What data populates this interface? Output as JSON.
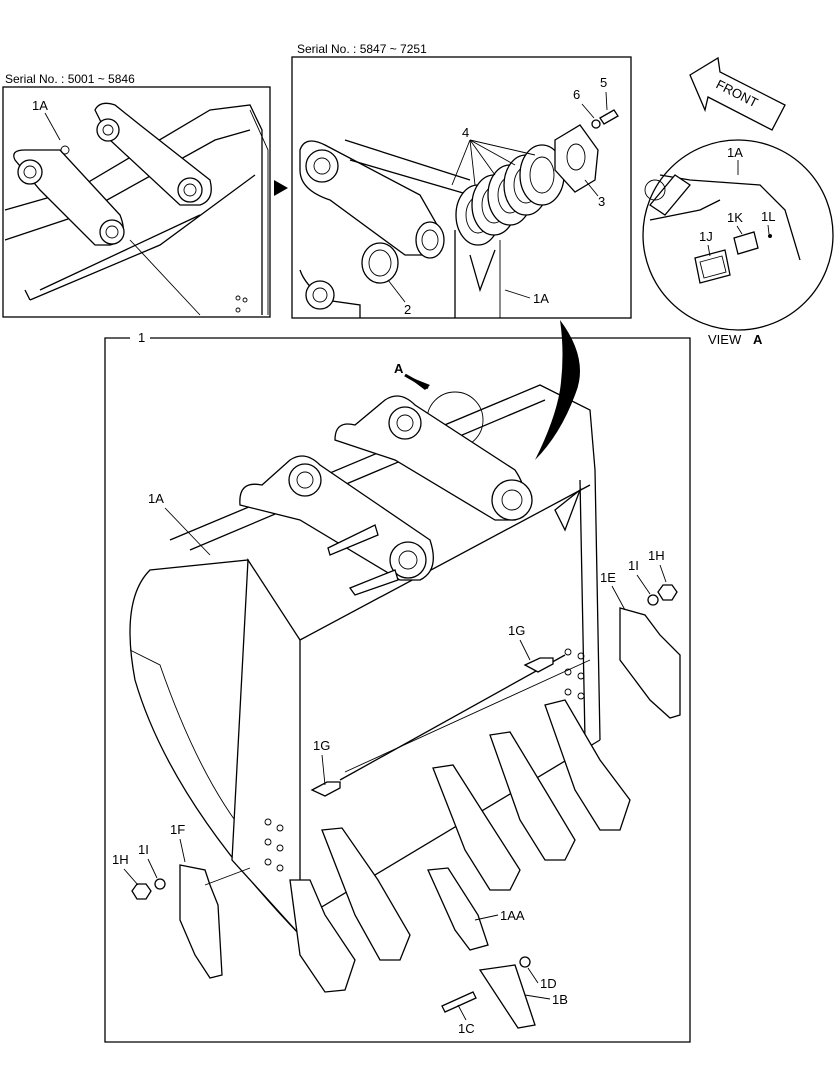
{
  "serial_left": "Serial No. : 5001 ~ 5846",
  "serial_right": "Serial No. : 5847 ~ 7251",
  "front_label": "FRONT",
  "view_label": "VIEW",
  "view_letter": "A",
  "arrow_letter": "A",
  "main_box_number": "1",
  "callouts": {
    "left_1A": "1A",
    "right_4": "4",
    "right_5": "5",
    "right_6": "6",
    "right_3": "3",
    "right_2": "2",
    "right_1A": "1A",
    "view_1A": "1A",
    "view_1J": "1J",
    "view_1K": "1K",
    "view_1L": "1L",
    "main_1A": "1A",
    "main_1G_right": "1G",
    "main_1G_left": "1G",
    "main_1E": "1E",
    "main_1I_right": "1I",
    "main_1H_right": "1H",
    "main_1F": "1F",
    "main_1I_left": "1I",
    "main_1H_left": "1H",
    "main_1AA": "1AA",
    "main_1D": "1D",
    "main_1B": "1B",
    "main_1C": "1C"
  }
}
